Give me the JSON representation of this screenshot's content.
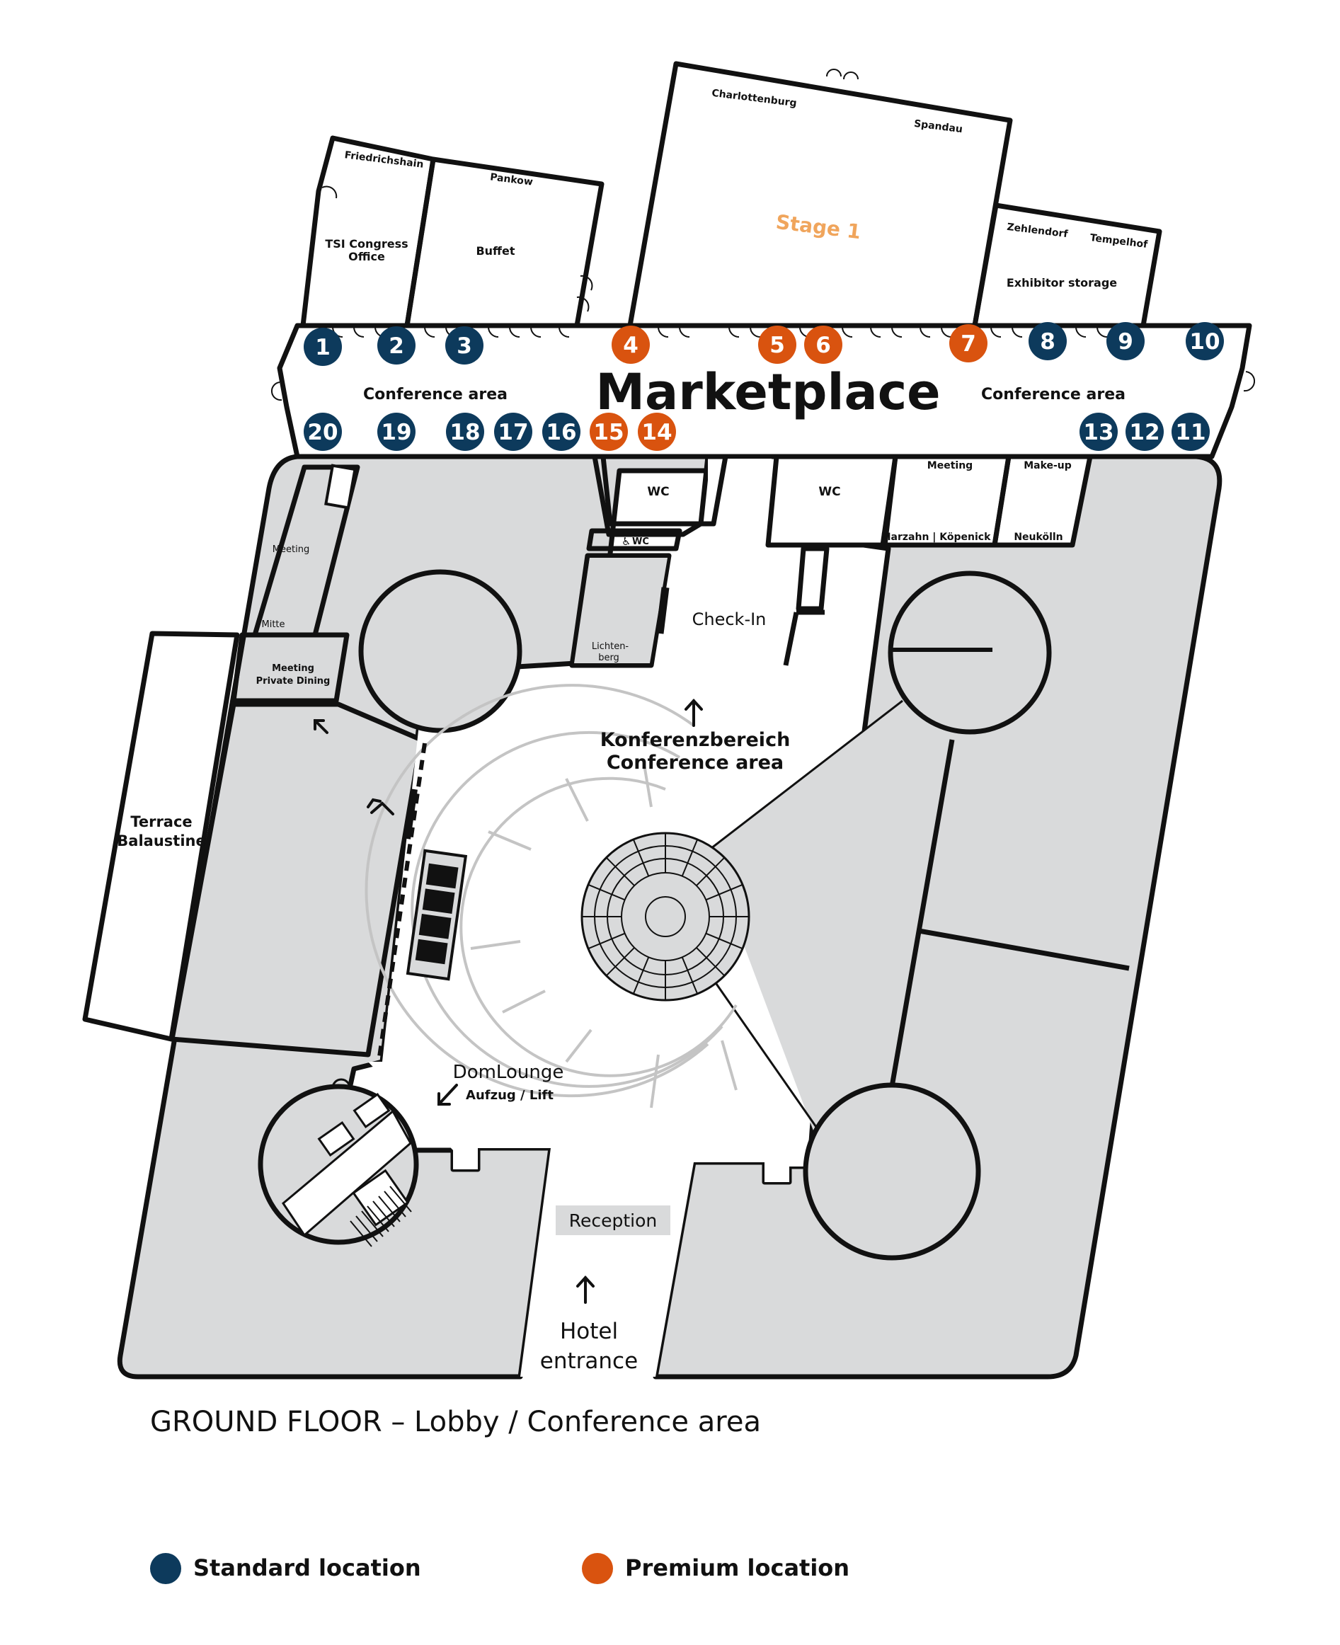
{
  "title": "GROUND FLOOR – Lobby / Conference area",
  "colors": {
    "standard": "#0d3a5c",
    "premium": "#d9530f",
    "stage_label": "#f0a55c",
    "gray_area": "#d9dadb"
  },
  "legend": {
    "standard": "Standard location",
    "premium": "Premium location"
  },
  "labels": {
    "marketplace": "Marketplace",
    "conference_area_left": "Conference area",
    "conference_area_right": "Conference area",
    "stage": "Stage 1",
    "charlottenburg": "Charlottenburg",
    "spandau": "Spandau",
    "friedrichshain": "Friedrichshain",
    "pankow": "Pankow",
    "tsi_office_1": "TSI Congress",
    "tsi_office_2": "Office",
    "buffet": "Buffet",
    "zehlendorf": "Zehlendorf",
    "tempelhof": "Tempelhof",
    "exhibitor_storage": "Exhibitor storage",
    "wc_left": "WC",
    "wc_small": "WC",
    "wc_right": "WC",
    "meeting_top": "Meeting",
    "make_up": "Make-up",
    "marzahn": "Marzahn | Köpenick",
    "neukoelln": "Neukölln",
    "check_in": "Check-In",
    "lichtenberg_1": "Lichten-",
    "lichtenberg_2": "berg",
    "meeting_left": "Meeting",
    "mitte": "Mitte",
    "private_dining_1": "Meeting",
    "private_dining_2": "Private Dining",
    "terrace_1": "Terrace",
    "terrace_2": "Balaustine",
    "konferenz_1": "Konferenzbereich",
    "konferenz_2": "Conference area",
    "domlounge": "DomLounge",
    "lift": "Aufzug / Lift",
    "reception": "Reception",
    "hotel_1": "Hotel",
    "hotel_2": "entrance"
  },
  "markers": [
    {
      "n": "1",
      "type": "standard"
    },
    {
      "n": "2",
      "type": "standard"
    },
    {
      "n": "3",
      "type": "standard"
    },
    {
      "n": "4",
      "type": "premium"
    },
    {
      "n": "5",
      "type": "premium"
    },
    {
      "n": "6",
      "type": "premium"
    },
    {
      "n": "7",
      "type": "premium"
    },
    {
      "n": "8",
      "type": "standard"
    },
    {
      "n": "9",
      "type": "standard"
    },
    {
      "n": "10",
      "type": "standard"
    },
    {
      "n": "11",
      "type": "standard"
    },
    {
      "n": "12",
      "type": "standard"
    },
    {
      "n": "13",
      "type": "standard"
    },
    {
      "n": "14",
      "type": "premium"
    },
    {
      "n": "15",
      "type": "premium"
    },
    {
      "n": "16",
      "type": "standard"
    },
    {
      "n": "17",
      "type": "standard"
    },
    {
      "n": "18",
      "type": "standard"
    },
    {
      "n": "19",
      "type": "standard"
    },
    {
      "n": "20",
      "type": "standard"
    }
  ]
}
